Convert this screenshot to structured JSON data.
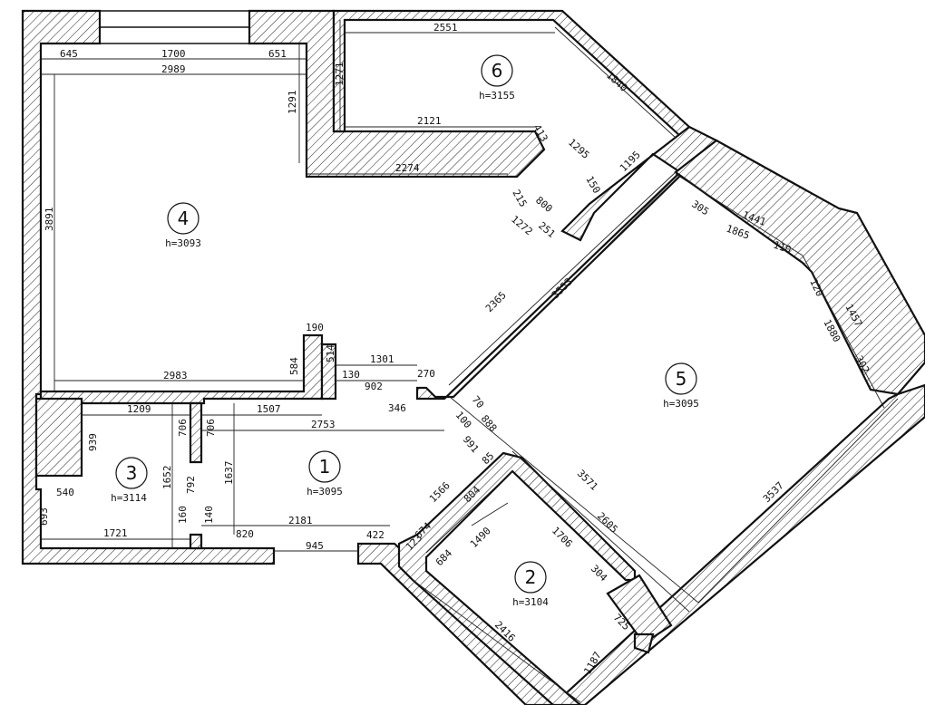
{
  "rooms": [
    {
      "id": "1",
      "height": "h=3095"
    },
    {
      "id": "2",
      "height": "h=3104"
    },
    {
      "id": "3",
      "height": "h=3114"
    },
    {
      "id": "4",
      "height": "h=3093"
    },
    {
      "id": "5",
      "height": "h=3095"
    },
    {
      "id": "6",
      "height": "h=3155"
    }
  ],
  "dimensions": {
    "d645": "645",
    "d1700": "1700",
    "d651": "651",
    "d2989": "2989",
    "d2551": "2551",
    "d1271": "1271",
    "d1291": "1291",
    "d1840": "1840",
    "d2121": "2121",
    "d413": "413",
    "d1295": "1295",
    "d2274": "2274",
    "d1195": "1195",
    "d150": "150",
    "d215": "215",
    "d800": "800",
    "d1272": "1272",
    "d251": "251",
    "d3891": "3891",
    "d305": "305",
    "d1441": "1441",
    "d1865": "1865",
    "d110": "110",
    "d120": "120",
    "d1457": "1457",
    "d3553": "3553",
    "d2365": "2365",
    "d1880": "1880",
    "d302": "302",
    "d190": "190",
    "d514": "514",
    "d584": "584",
    "d1301": "1301",
    "d130": "130",
    "d270": "270",
    "d902": "902",
    "d2983": "2983",
    "d1209": "1209",
    "d1507": "1507",
    "d346": "346",
    "d70": "70",
    "d100": "100",
    "d888": "888",
    "d2753": "2753",
    "d706a": "706",
    "d706b": "706",
    "d939": "939",
    "d991": "991",
    "d1652": "1652",
    "d1637": "1637",
    "d792": "792",
    "d85": "85",
    "d540": "540",
    "d3571": "3571",
    "d3537": "3537",
    "d1566": "1566",
    "d804": "804",
    "d693": "693",
    "d160": "160",
    "d140": "140",
    "d2181": "2181",
    "d1721": "1721",
    "d820": "820",
    "d945": "945",
    "d422": "422",
    "d674": "674",
    "d123": "123",
    "d1490": "1490",
    "d1706": "1706",
    "d2605": "2605",
    "d684": "684",
    "d304": "304",
    "d2416": "2416",
    "d725": "725",
    "d1187": "1187"
  }
}
